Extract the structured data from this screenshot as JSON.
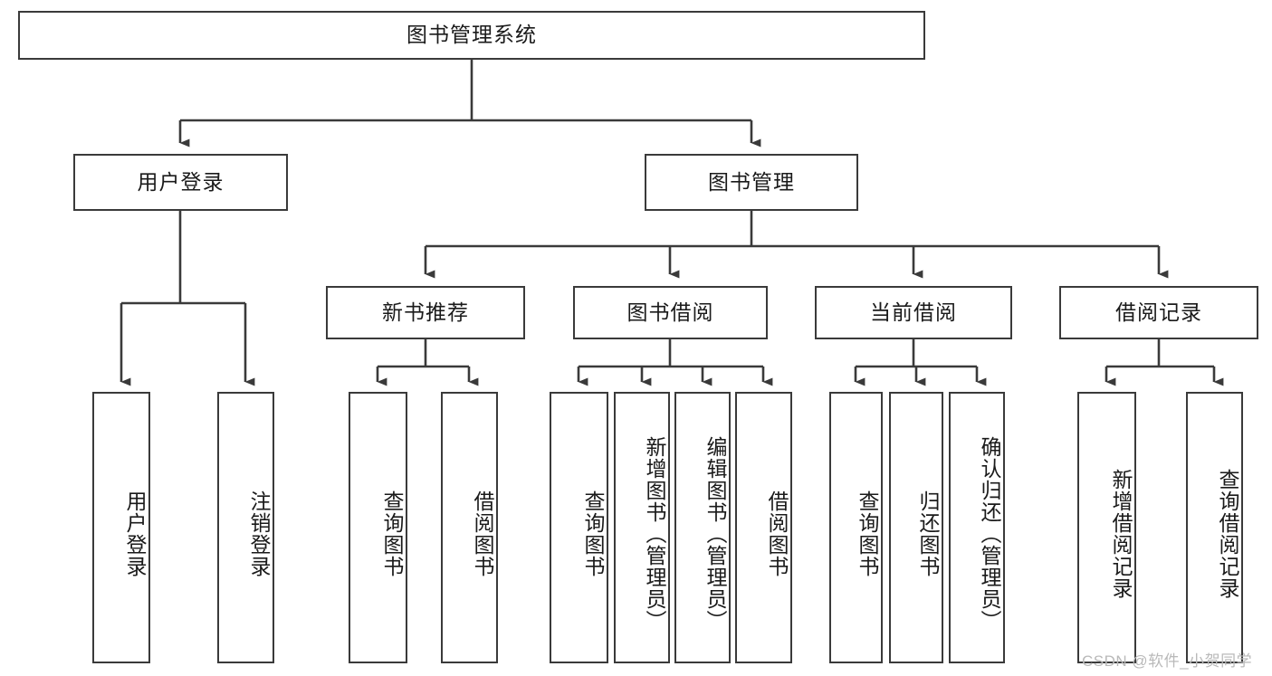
{
  "diagram": {
    "title": "图书管理系统",
    "type": "hierarchy-tree",
    "style": {
      "box_border": "#3a3a3a",
      "box_fill": "#ffffff",
      "line": "#3a3a3a",
      "text": "#1a1a1a"
    }
  },
  "nodes": {
    "root": {
      "label": "图书管理系统",
      "level": 1,
      "orientation": "horizontal"
    },
    "user_login": {
      "label": "用户登录",
      "level": 2,
      "orientation": "horizontal"
    },
    "book_manage": {
      "label": "图书管理",
      "level": 2,
      "orientation": "horizontal"
    },
    "new_book_rec": {
      "label": "新书推荐",
      "level": 3,
      "orientation": "horizontal"
    },
    "book_borrow": {
      "label": "图书借阅",
      "level": 3,
      "orientation": "horizontal"
    },
    "current_borrow": {
      "label": "当前借阅",
      "level": 3,
      "orientation": "horizontal"
    },
    "borrow_record": {
      "label": "借阅记录",
      "level": 3,
      "orientation": "horizontal"
    },
    "leaf_user_login": {
      "label": "用户登录",
      "level": 4,
      "orientation": "vertical"
    },
    "leaf_logout": {
      "label": "注销登录",
      "level": 4,
      "orientation": "vertical"
    },
    "leaf_rec_query": {
      "label": "查询图书",
      "level": 4,
      "orientation": "vertical"
    },
    "leaf_rec_borrow": {
      "label": "借阅图书",
      "level": 4,
      "orientation": "vertical"
    },
    "leaf_bb_query": {
      "label": "查询图书",
      "level": 4,
      "orientation": "vertical"
    },
    "leaf_bb_add": {
      "label": "新增图书（管理员）",
      "level": 4,
      "orientation": "vertical"
    },
    "leaf_bb_edit": {
      "label": "编辑图书（管理员）",
      "level": 4,
      "orientation": "vertical"
    },
    "leaf_bb_borrow": {
      "label": "借阅图书",
      "level": 4,
      "orientation": "vertical"
    },
    "leaf_cb_query": {
      "label": "查询图书",
      "level": 4,
      "orientation": "vertical"
    },
    "leaf_cb_return": {
      "label": "归还图书",
      "level": 4,
      "orientation": "vertical"
    },
    "leaf_cb_confirm": {
      "label": "确认归还（管理员）",
      "level": 4,
      "orientation": "vertical"
    },
    "leaf_br_add": {
      "label": "新增借阅记录",
      "level": 4,
      "orientation": "vertical"
    },
    "leaf_br_query": {
      "label": "查询借阅记录",
      "level": 4,
      "orientation": "vertical"
    }
  },
  "edges": [
    {
      "from": "root",
      "to": "user_login"
    },
    {
      "from": "root",
      "to": "book_manage"
    },
    {
      "from": "user_login",
      "to": "leaf_user_login"
    },
    {
      "from": "user_login",
      "to": "leaf_logout"
    },
    {
      "from": "book_manage",
      "to": "new_book_rec"
    },
    {
      "from": "book_manage",
      "to": "book_borrow"
    },
    {
      "from": "book_manage",
      "to": "current_borrow"
    },
    {
      "from": "book_manage",
      "to": "borrow_record"
    },
    {
      "from": "new_book_rec",
      "to": "leaf_rec_query"
    },
    {
      "from": "new_book_rec",
      "to": "leaf_rec_borrow"
    },
    {
      "from": "book_borrow",
      "to": "leaf_bb_query"
    },
    {
      "from": "book_borrow",
      "to": "leaf_bb_add"
    },
    {
      "from": "book_borrow",
      "to": "leaf_bb_edit"
    },
    {
      "from": "book_borrow",
      "to": "leaf_bb_borrow"
    },
    {
      "from": "current_borrow",
      "to": "leaf_cb_query"
    },
    {
      "from": "current_borrow",
      "to": "leaf_cb_return"
    },
    {
      "from": "current_borrow",
      "to": "leaf_cb_confirm"
    },
    {
      "from": "borrow_record",
      "to": "leaf_br_add"
    },
    {
      "from": "borrow_record",
      "to": "leaf_br_query"
    }
  ],
  "watermark": {
    "text": "CSDN @软件_小贺同学"
  }
}
